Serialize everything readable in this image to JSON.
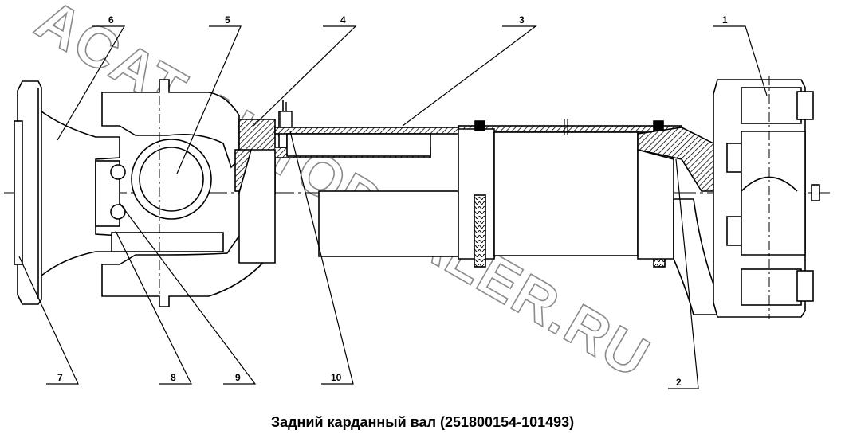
{
  "caption": "Задний карданный вал (251800154-101493)",
  "watermark": "ACAT-AUTODEALER.RU",
  "callouts": [
    {
      "id": "1",
      "label": "1"
    },
    {
      "id": "2",
      "label": "2"
    },
    {
      "id": "3",
      "label": "3"
    },
    {
      "id": "4",
      "label": "4"
    },
    {
      "id": "5",
      "label": "5"
    },
    {
      "id": "6",
      "label": "6"
    },
    {
      "id": "7",
      "label": "7"
    },
    {
      "id": "8",
      "label": "8"
    },
    {
      "id": "9",
      "label": "9"
    },
    {
      "id": "10",
      "label": "10"
    }
  ]
}
